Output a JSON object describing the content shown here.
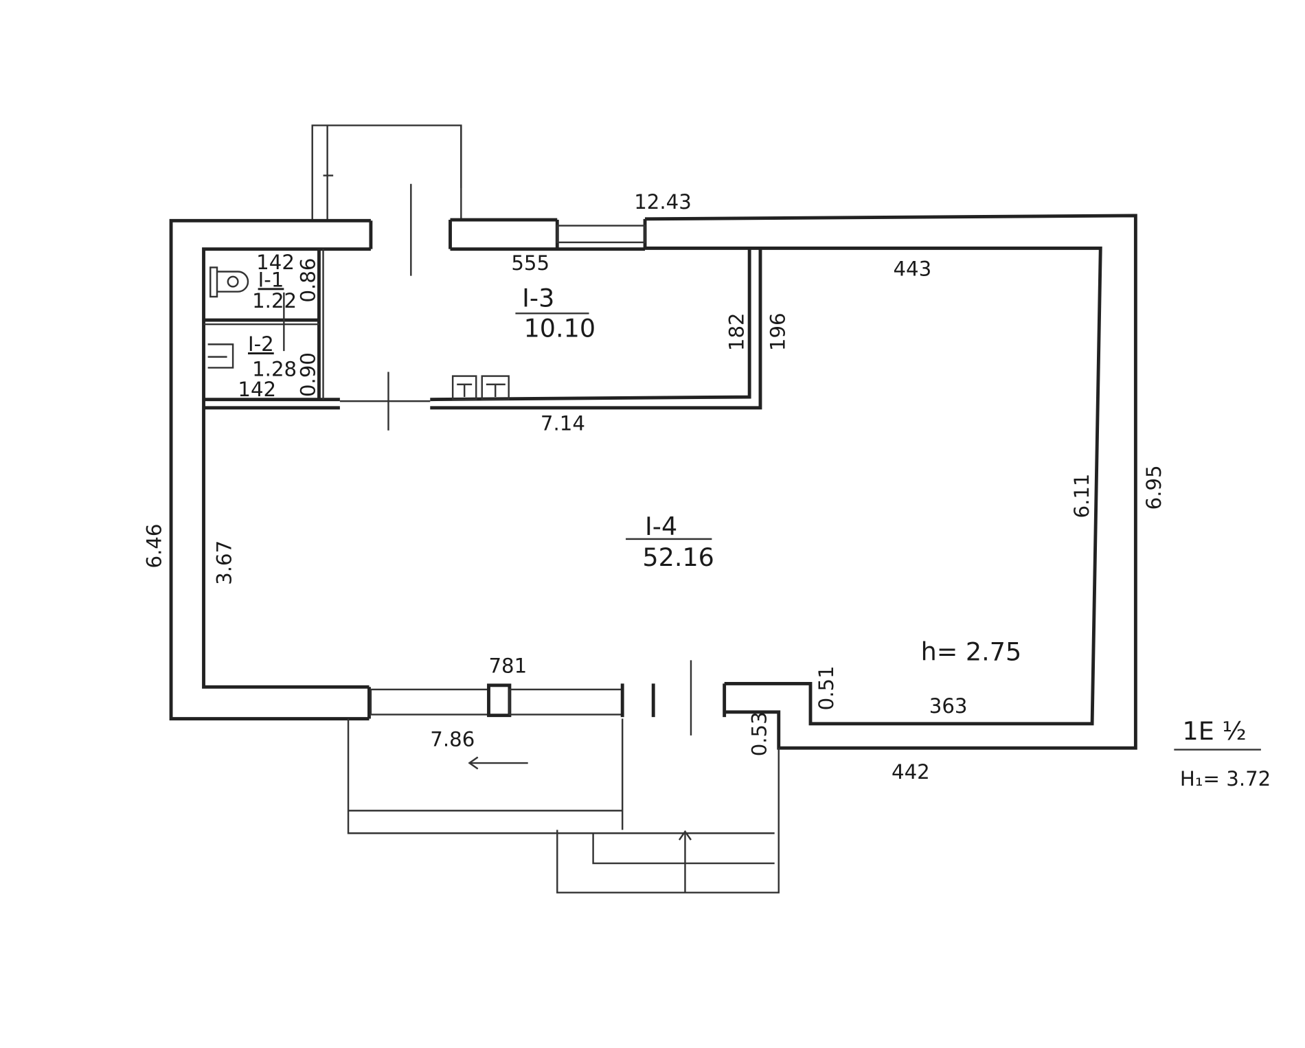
{
  "plan": {
    "rooms": [
      {
        "id": "I-1",
        "area": "1.22"
      },
      {
        "id": "I-2",
        "area": "1.28"
      },
      {
        "id": "I-3",
        "area": "10.10"
      },
      {
        "id": "I-4",
        "area": "52.16"
      }
    ],
    "dimensions": {
      "top_overall": "12.43",
      "top_room3": "555",
      "top_room4": "443",
      "wc_width_top": "142",
      "wc_depth": "0.86",
      "bath_depth": "0.90",
      "bath_width": "142",
      "room3_depth": "182",
      "partition_depth": "196",
      "partition_length": "7.14",
      "left_overall": "6.46",
      "left_inner": "3.67",
      "right_inner": "6.11",
      "right_overall": "6.95",
      "bottom_inner": "781",
      "bottom_outer": "7.86",
      "step_inner": "0.51",
      "bottom_right_inner": "363",
      "step_outer": "0.53",
      "bottom_right_outer": "442"
    },
    "ceiling_height": "h= 2.75",
    "legend": {
      "label": "1E ½",
      "height": "H₁= 3.72"
    }
  }
}
